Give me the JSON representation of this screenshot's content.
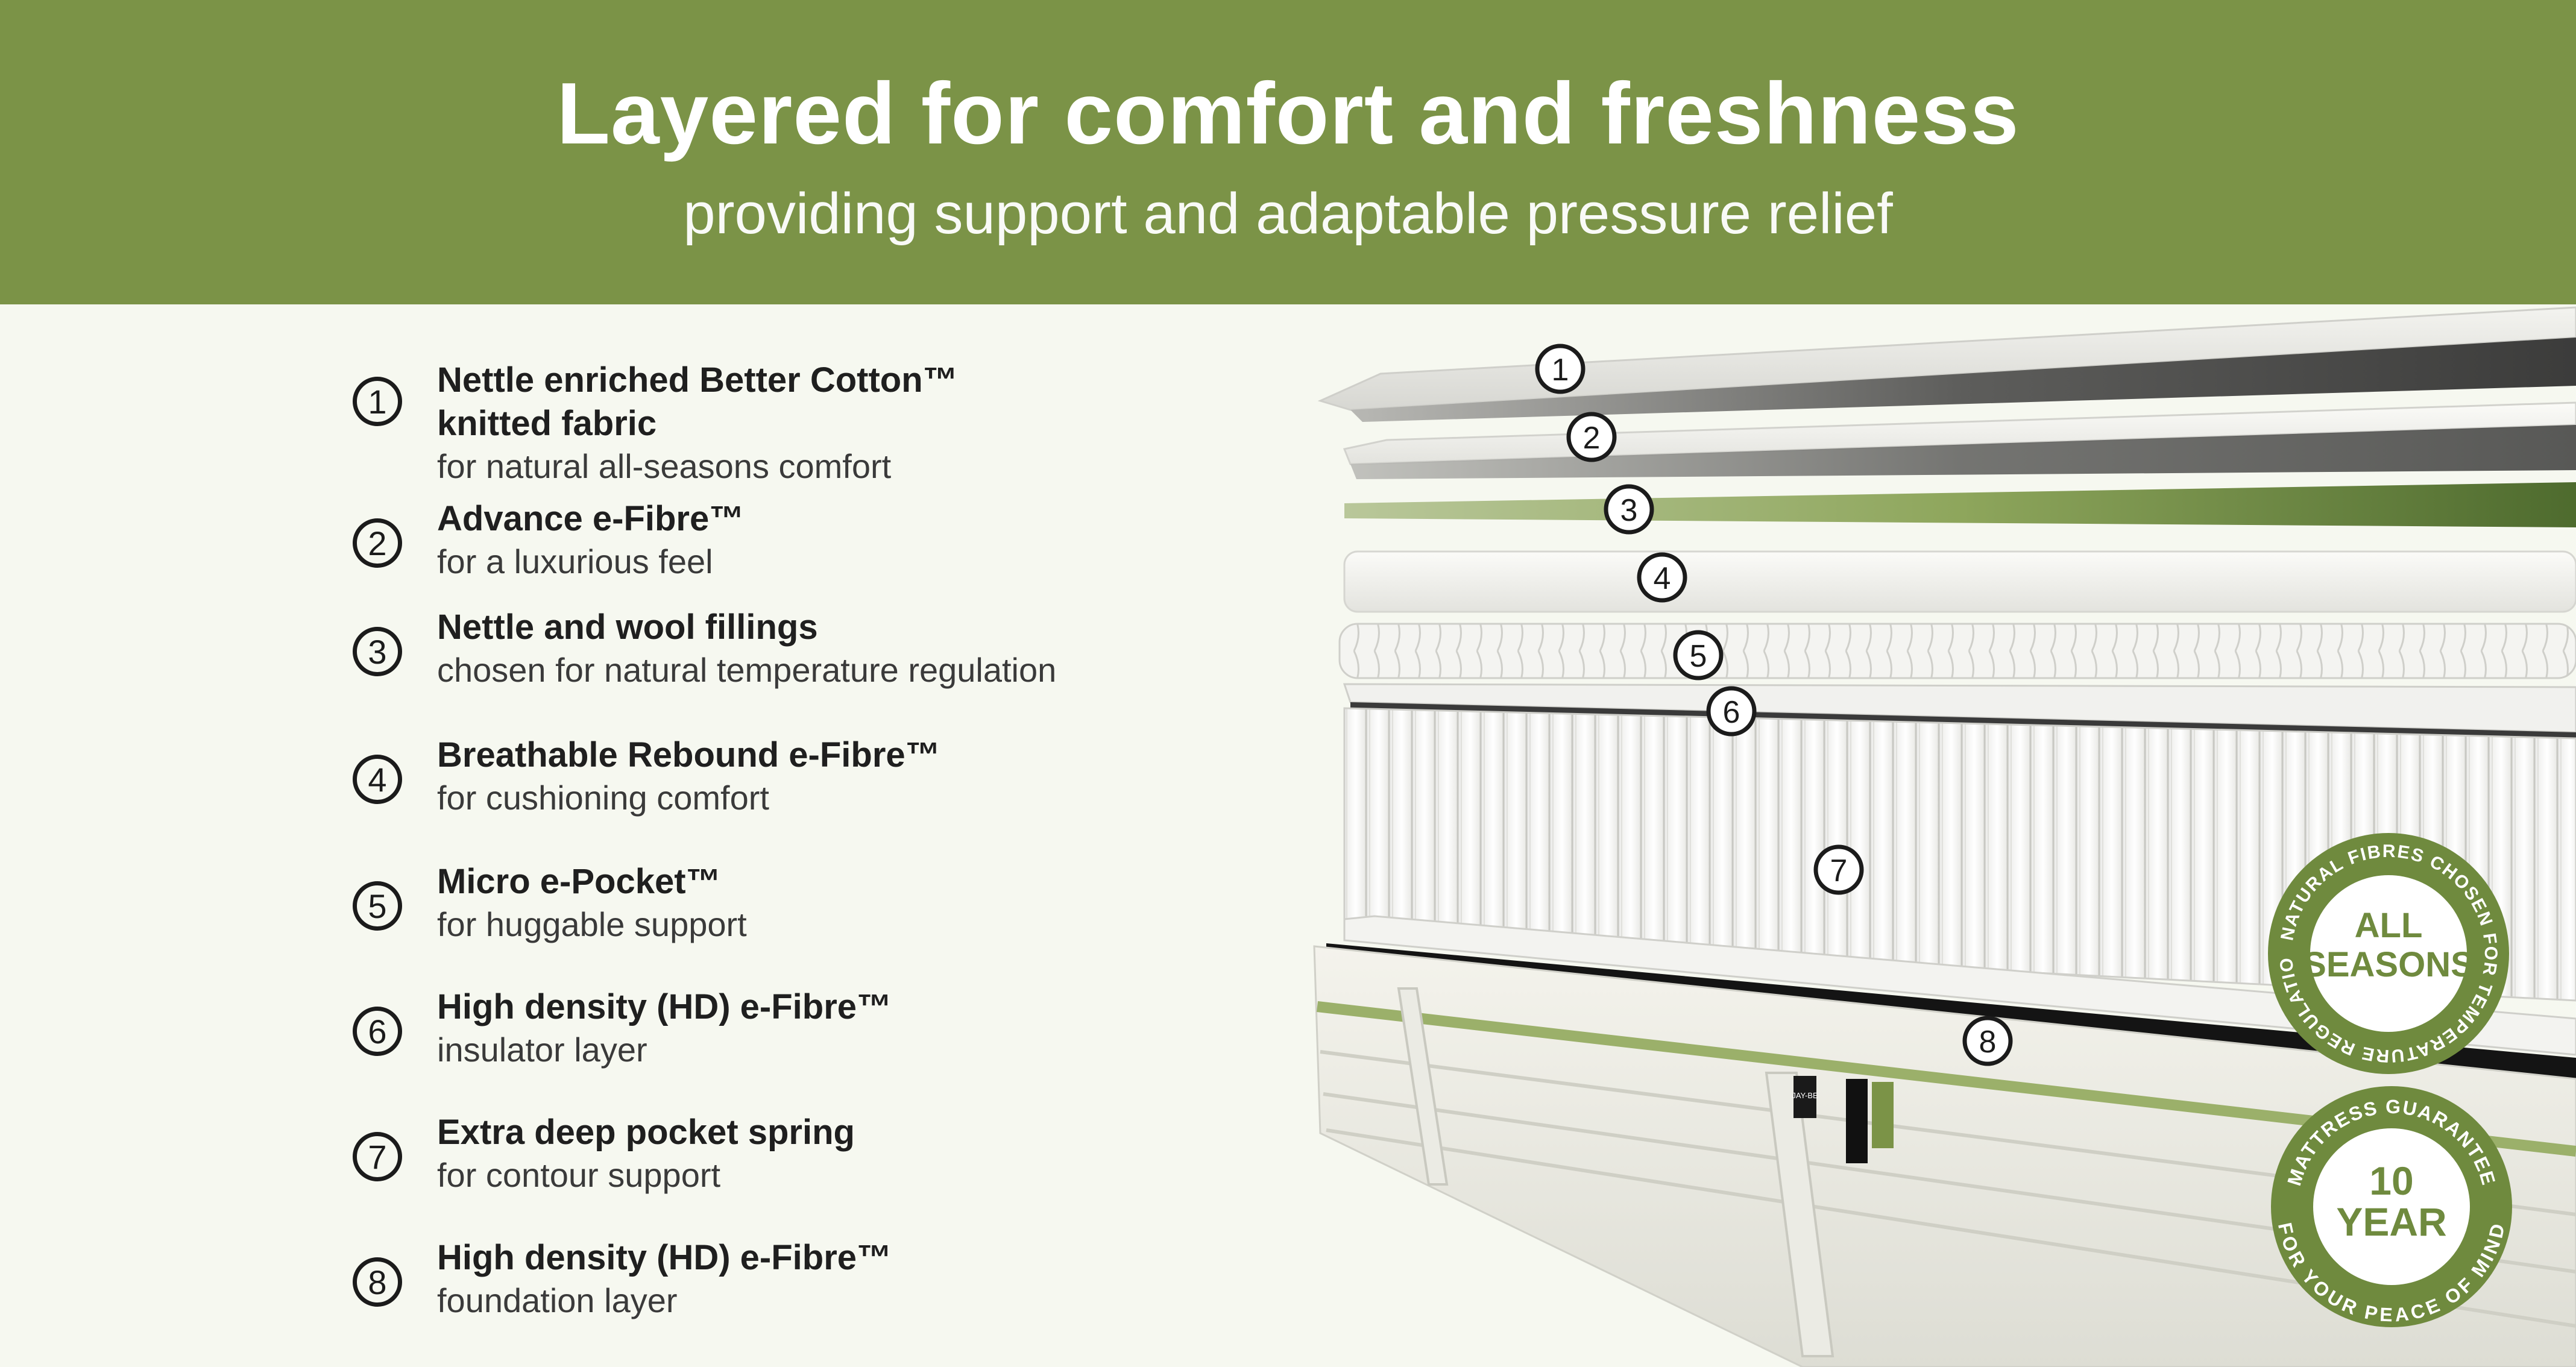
{
  "header": {
    "title": "Layered for comfort and freshness",
    "subtitle": "providing support and adaptable pressure relief"
  },
  "layers": [
    {
      "number": "1",
      "title_line1": "Nettle enriched Better Cotton™",
      "title_line2": "knitted fabric",
      "subtitle": "for natural all-seasons comfort"
    },
    {
      "number": "2",
      "title_line1": "Advance e-Fibre™",
      "subtitle": "for a luxurious feel"
    },
    {
      "number": "3",
      "title_line1": "Nettle and wool fillings",
      "subtitle": "chosen for natural temperature regulation"
    },
    {
      "number": "4",
      "title_line1": "Breathable Rebound e-Fibre™",
      "subtitle": "for cushioning comfort"
    },
    {
      "number": "5",
      "title_line1": "Micro e-Pocket™",
      "subtitle": "for huggable support"
    },
    {
      "number": "6",
      "title_line1": "High density (HD) e-Fibre™",
      "subtitle": "insulator layer"
    },
    {
      "number": "7",
      "title_line1": "Extra deep pocket spring",
      "subtitle": "for contour support"
    },
    {
      "number": "8",
      "title_line1": "High density (HD) e-Fibre™",
      "subtitle": "foundation layer"
    }
  ],
  "badges": {
    "seasons": {
      "ring_text": "NATURAL FIBRES CHOSEN FOR TEMPERATURE REGULATION",
      "line1": "ALL",
      "line2": "SEASONS"
    },
    "guarantee": {
      "ring_top": "MATTRESS GUARANTEE",
      "ring_bottom": "FOR YOUR PEACE OF MIND",
      "line1": "10",
      "line2": "YEAR"
    }
  },
  "brand": {
    "label": "JAY-BE"
  },
  "colors": {
    "header_green": "#7b9347",
    "background": "#f6f8f0",
    "badge_green": "#6f8a3e",
    "text_dark": "#1f1f1f"
  }
}
